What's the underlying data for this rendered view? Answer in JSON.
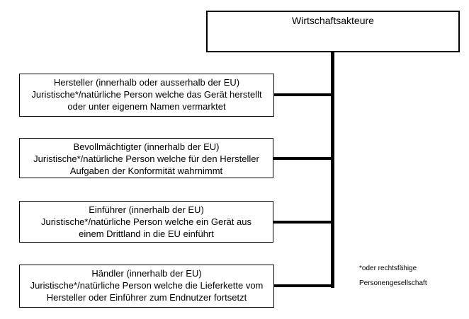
{
  "page": {
    "background_color": "#ffffff",
    "line_color": "#000000",
    "text_color": "#000000"
  },
  "diagram": {
    "root": {
      "label": "Wirtschaftsakteure"
    },
    "nodes": [
      {
        "lines": [
          "Hersteller (innerhalb oder ausserhalb der EU)",
          "Juristische*/natürliche Person welche das Gerät herstellt",
          "oder unter eigenem Namen vermarktet"
        ]
      },
      {
        "lines": [
          "Bevollmächtigter (innerhalb der EU)",
          "Juristische*/natürliche Person welche für den Hersteller",
          "Aufgaben der Konformität wahrnimmt"
        ]
      },
      {
        "lines": [
          "Einführer (innerhalb der EU)",
          "Juristische*/natürliche Person welche ein Gerät aus",
          "einem Drittland in die EU einführt"
        ]
      },
      {
        "lines": [
          "Händler (innerhalb der EU)",
          "Juristische*/natürliche Person welche die Lieferkette vom",
          "Hersteller oder Einführer zum Endnutzer fortsetzt"
        ]
      }
    ],
    "footnote": {
      "lines": [
        "*oder rechtsfähige",
        "Personengesellschaft"
      ]
    }
  }
}
